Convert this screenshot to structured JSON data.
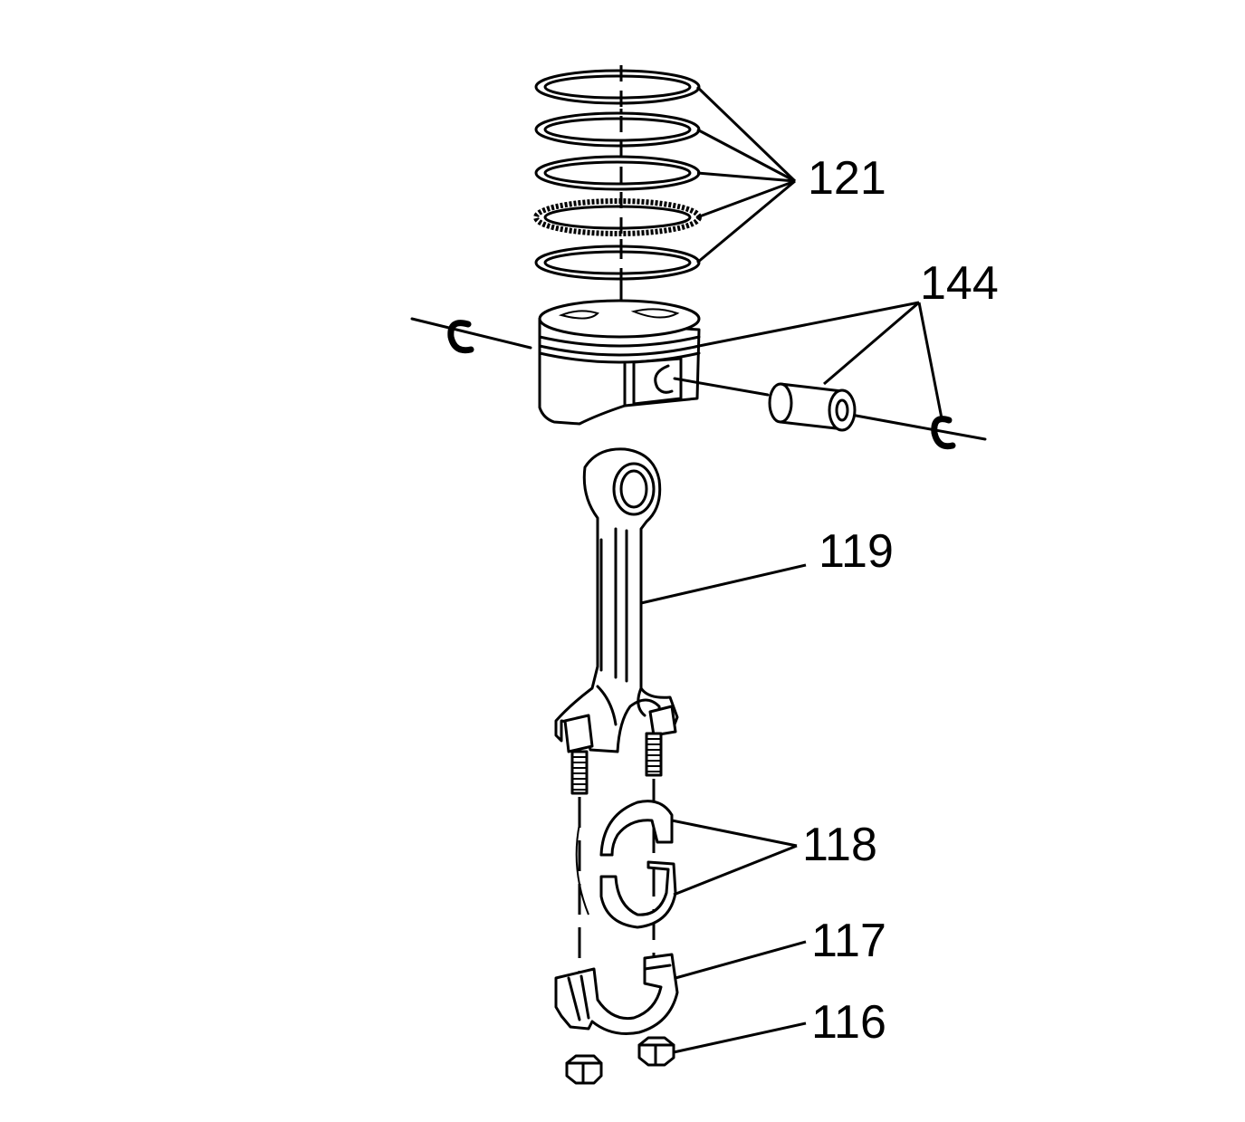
{
  "callouts": {
    "rings": "121",
    "pin_and_retainers": "144",
    "connecting_rod": "119",
    "bearings": "118",
    "rod_cap": "117",
    "nuts": "116"
  }
}
